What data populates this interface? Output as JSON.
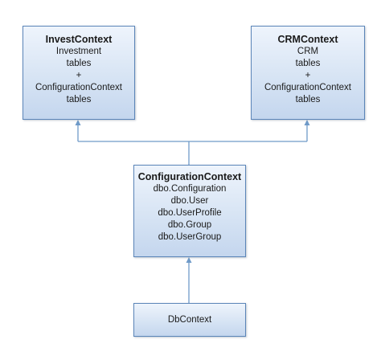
{
  "invest_context": {
    "title": "InvestContext",
    "lines": [
      "Investment",
      "tables",
      "+",
      "ConfigurationContext",
      "tables"
    ]
  },
  "crm_context": {
    "title": "CRMContext",
    "lines": [
      "CRM",
      "tables",
      "+",
      "ConfigurationContext",
      "tables"
    ]
  },
  "configuration_context": {
    "title": "ConfigurationContext",
    "lines": [
      "dbo.Configuration",
      "dbo.User",
      "dbo.UserProfile",
      "dbo.Group",
      "dbo.UserGroup"
    ]
  },
  "db_context": {
    "title": "DbContext"
  },
  "colors": {
    "connector": "#6f9ac8",
    "box_border": "#5b85b8"
  }
}
